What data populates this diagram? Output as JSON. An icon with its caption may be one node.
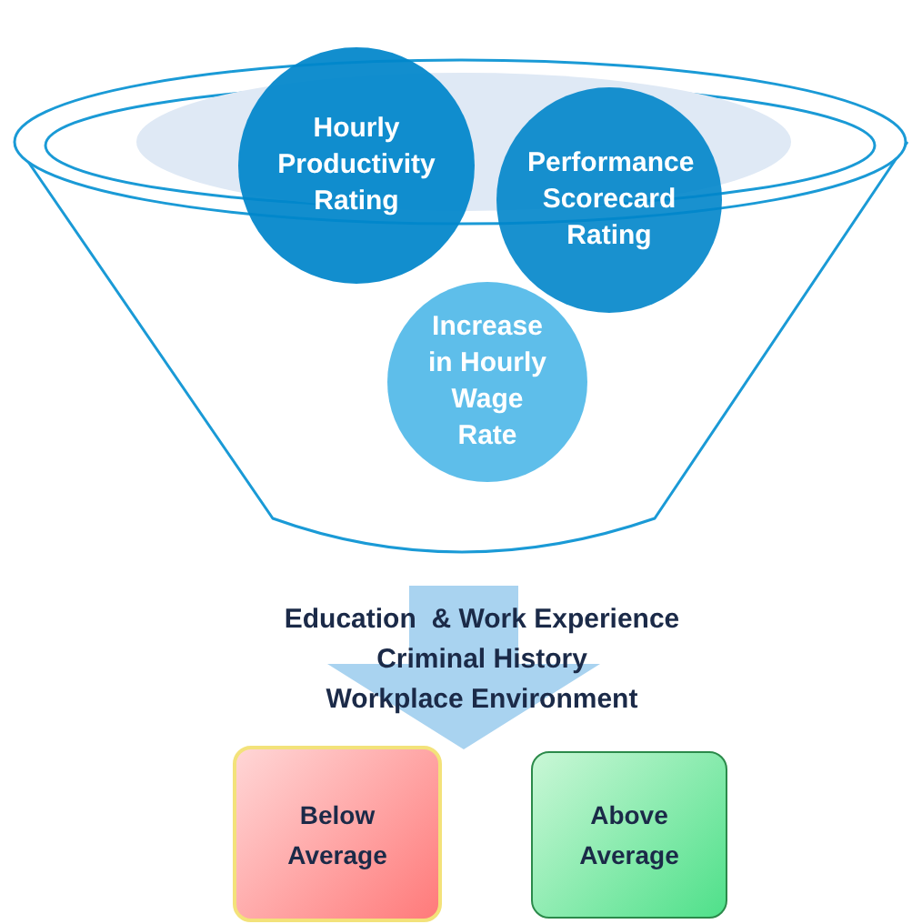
{
  "diagram": {
    "nodes": [
      {
        "text": [],
        "shape": "funnel"
      },
      {
        "text": [
          "Hourly Productivity Rating"
        ]
      },
      {
        "text": [
          "Performance Scorecard Rating"
        ]
      },
      {
        "text": [
          "Increase in Hourly Wage Rate"
        ],
        "in": 0
      },
      {
        "text": [
          "Education  & Work Experience",
          "Criminal History",
          "Workplace Environment"
        ]
      },
      {
        "text": [
          "Below Average"
        ]
      },
      {
        "text": [
          "Above Average"
        ]
      }
    ]
  }
}
